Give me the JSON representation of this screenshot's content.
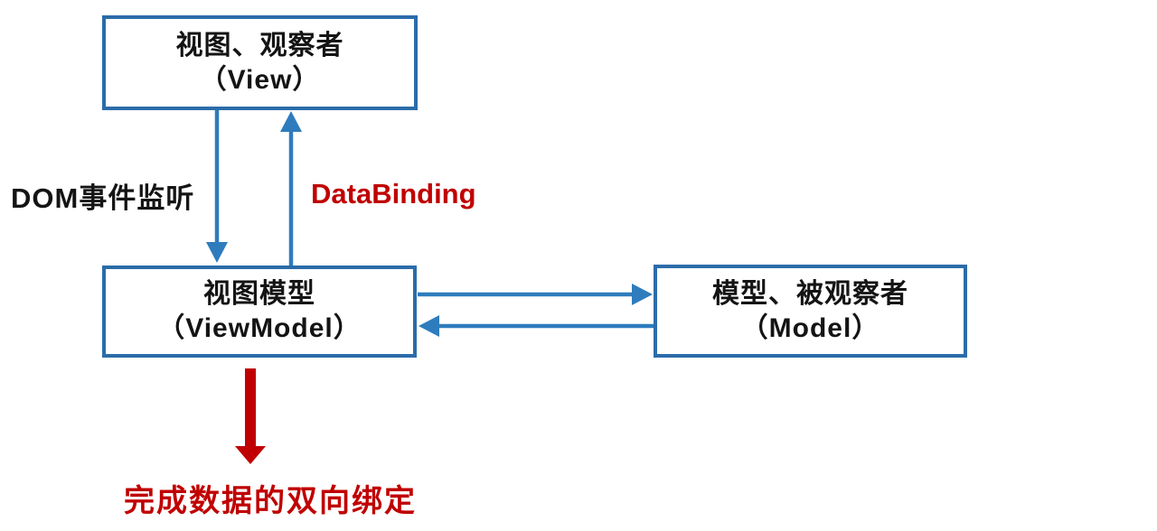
{
  "diagram_title": "MVVM two-way data binding diagram",
  "colors": {
    "box_border": "#2b6ca9",
    "arrow_blue": "#2e7cbd",
    "accent_red": "#c00000",
    "text_black": "#141414",
    "bg": "#ffffff"
  },
  "nodes": {
    "view": {
      "line1": "视图、观察者",
      "line2": "（View）"
    },
    "viewmodel": {
      "line1": "视图模型",
      "line2": "（ViewModel）"
    },
    "model": {
      "line1": "模型、被观察者",
      "line2": "（Model）"
    }
  },
  "labels": {
    "dom_listen": "DOM事件监听",
    "data_binding": "DataBinding",
    "conclusion": "完成数据的双向绑定"
  },
  "edges": [
    {
      "from": "view",
      "to": "viewmodel",
      "direction": "down",
      "label": "DOM事件监听",
      "color": "#2e7cbd"
    },
    {
      "from": "viewmodel",
      "to": "view",
      "direction": "up",
      "label": "DataBinding",
      "color": "#2e7cbd"
    },
    {
      "from": "viewmodel",
      "to": "model",
      "direction": "right",
      "label": "",
      "color": "#2e7cbd"
    },
    {
      "from": "model",
      "to": "viewmodel",
      "direction": "left",
      "label": "",
      "color": "#2e7cbd"
    },
    {
      "from": "viewmodel",
      "to": "conclusion",
      "direction": "down",
      "label": "完成数据的双向绑定",
      "color": "#c00000"
    }
  ]
}
